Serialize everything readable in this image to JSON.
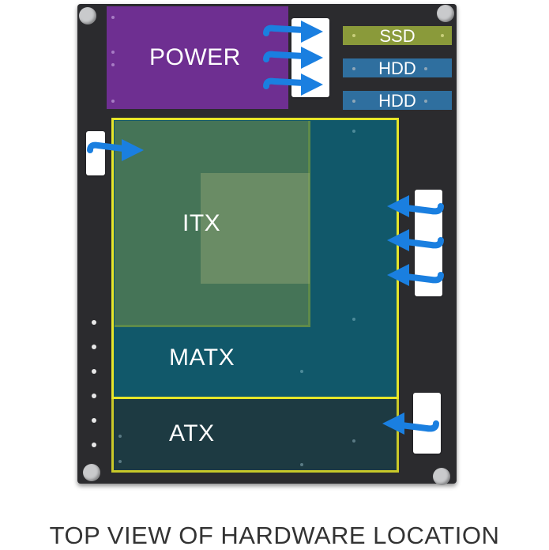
{
  "labels": {
    "power": "POWER",
    "ssd": "SSD",
    "hdd_1": "HDD",
    "hdd_2": "HDD",
    "itx": "ITX",
    "matx": "MATX",
    "atx": "ATX",
    "caption": "TOP VIEW OF HARDWARE LOCATION"
  },
  "colors": {
    "board": "#2b2b2e",
    "power": "#6e2f91",
    "ssd_bay": "#8a9a3a",
    "hdd_bay": "#2f6f9f",
    "matx": "#11586a",
    "atx": "#1d3a42",
    "itx": "#5a8050",
    "outline": "#e6e62a",
    "arrow": "#1a7fe0"
  },
  "icons": {
    "airflow": "airflow-arrow-icon",
    "screw": "screw-icon"
  }
}
